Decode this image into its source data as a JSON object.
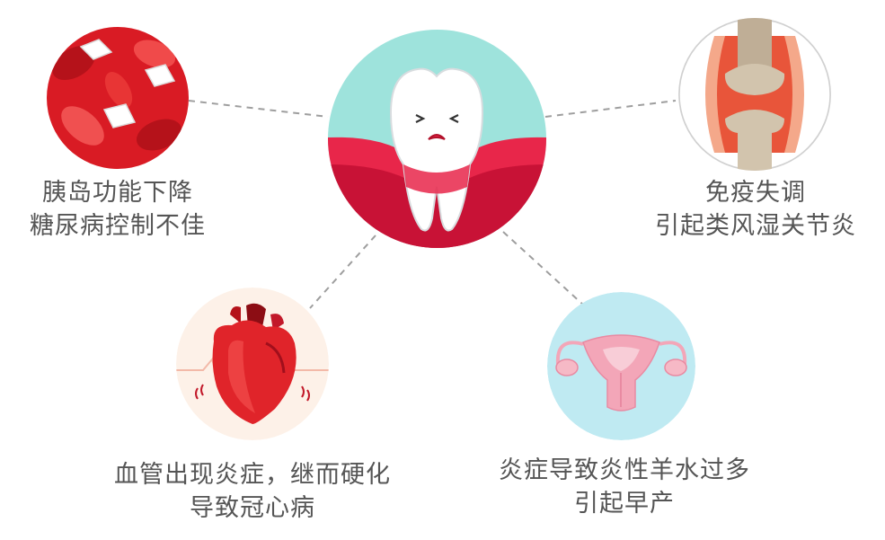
{
  "center": {
    "icon": "aching-tooth-icon"
  },
  "items": [
    {
      "id": "diabetes",
      "icon": "blood-cells-sugar-icon",
      "lines": [
        "胰岛功能下降",
        "糖尿病控制不佳"
      ]
    },
    {
      "id": "arthritis",
      "icon": "inflamed-joint-icon",
      "lines": [
        "免疫失调",
        "引起类风湿关节炎"
      ]
    },
    {
      "id": "heart",
      "icon": "heart-icon",
      "lines": [
        "血管出现炎症，继而硬化",
        "导致冠心病"
      ]
    },
    {
      "id": "pregnancy",
      "icon": "uterus-icon",
      "lines": [
        "炎症导致炎性羊水过多",
        "引起早产"
      ]
    }
  ],
  "colors": {
    "text": "#555555",
    "connector": "#9e9e9e",
    "tooth_bg": "#9ee3dc",
    "gum": "#e8264a",
    "blood": "#d91b24",
    "joint_bg": "#e8553a",
    "uterus_bg": "#bfeaf2",
    "uterus": "#f3a6b8"
  }
}
